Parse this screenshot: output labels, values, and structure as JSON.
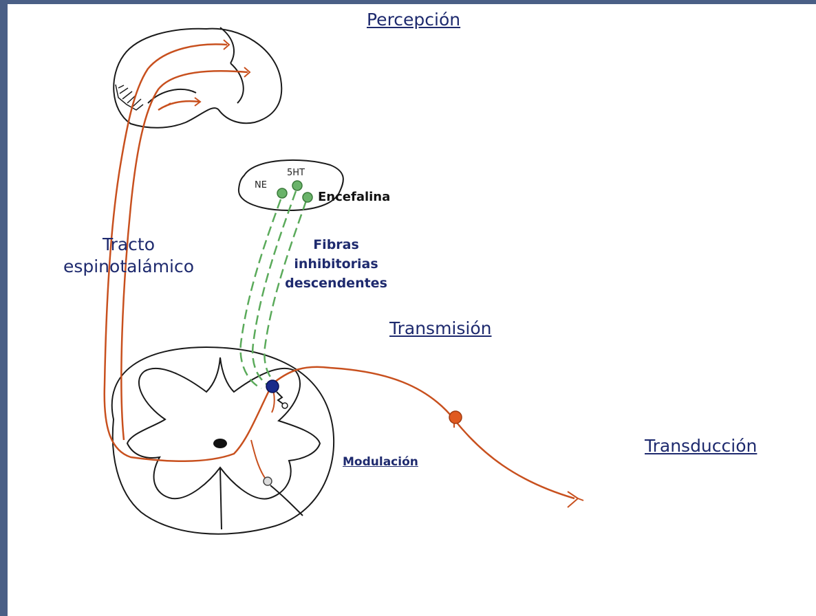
{
  "labels": {
    "percepcion": "Percepción",
    "transmision": "Transmisión",
    "transduccion": "Transducción",
    "modulacion": "Modulación",
    "tracto_line1": "Tracto",
    "tracto_line2": "espinotalámico",
    "fibras_line1": "Fibras",
    "fibras_line2": "inhibitorias",
    "fibras_line3": "descendentes",
    "ne": "NE",
    "fiveht": "5HT",
    "encefalina": "Encefalina"
  },
  "colors": {
    "frame": "#4a5f86",
    "pain_pathway": "#c8501e",
    "inhibitory_fibers": "#5aaa5a",
    "neuron_soma_green": "#6ab36a",
    "interneuron": "#1a2a8a",
    "nociceptor_soma": "#e05a20",
    "label_text": "#1e2a6e",
    "outline": "#1a1a1a"
  }
}
